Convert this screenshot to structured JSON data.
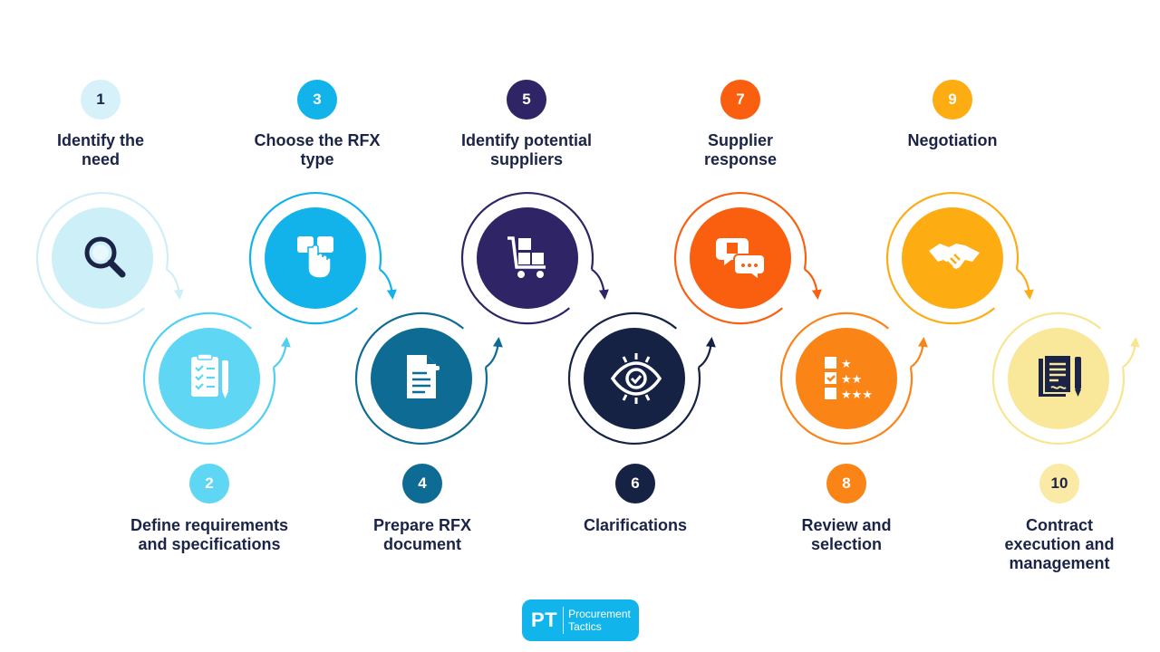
{
  "steps": [
    {
      "number": "1",
      "title": "Identify the need",
      "icon": "magnifying-glass-icon",
      "ring_color": "#cfeef8",
      "disc_color": "#cdeff8",
      "badge_bg": "#d6f1fa",
      "badge_fg": "#1b2447",
      "glyph": "#1b2447"
    },
    {
      "number": "2",
      "title": "Define requirements and specifications",
      "icon": "checklist-pencil-icon",
      "ring_color": "#4fd0f2",
      "disc_color": "#5ed6f4",
      "badge_bg": "#5ed6f4",
      "badge_fg": "#ffffff",
      "glyph": "#ffffff"
    },
    {
      "number": "3",
      "title": "Choose the RFX type",
      "icon": "hand-tap-icon",
      "ring_color": "#12b3ea",
      "disc_color": "#12b3ea",
      "badge_bg": "#12b3ea",
      "badge_fg": "#ffffff",
      "glyph": "#ffffff"
    },
    {
      "number": "4",
      "title": "Prepare RFX document",
      "icon": "document-icon",
      "ring_color": "#0e6b93",
      "disc_color": "#0e6b93",
      "badge_bg": "#0e6b93",
      "badge_fg": "#ffffff",
      "glyph": "#ffffff"
    },
    {
      "number": "5",
      "title": "Identify potential suppliers",
      "icon": "supply-cart-icon",
      "ring_color": "#2e2466",
      "disc_color": "#2e2466",
      "badge_bg": "#2e2466",
      "badge_fg": "#ffffff",
      "glyph": "#ffffff"
    },
    {
      "number": "6",
      "title": "Clarifications",
      "icon": "eye-icon",
      "ring_color": "#152244",
      "disc_color": "#152244",
      "badge_bg": "#152244",
      "badge_fg": "#ffffff",
      "glyph": "#ffffff"
    },
    {
      "number": "7",
      "title": "Supplier response",
      "icon": "chat-bubbles-icon",
      "ring_color": "#f86012",
      "disc_color": "#fa5f0f",
      "badge_bg": "#fa5f0f",
      "badge_fg": "#ffffff",
      "glyph": "#ffffff"
    },
    {
      "number": "8",
      "title": "Review and selection",
      "icon": "rating-list-icon",
      "ring_color": "#f9841a",
      "disc_color": "#fb8416",
      "badge_bg": "#fb8416",
      "badge_fg": "#ffffff",
      "glyph": "#ffffff"
    },
    {
      "number": "9",
      "title": "Negotiation",
      "icon": "handshake-icon",
      "ring_color": "#fcad16",
      "disc_color": "#fdac12",
      "badge_bg": "#fdac12",
      "badge_fg": "#ffffff",
      "glyph": "#ffffff"
    },
    {
      "number": "10",
      "title": "Contract execution and management",
      "icon": "contract-icon",
      "ring_color": "#f8e592",
      "disc_color": "#f9e79a",
      "badge_bg": "#fbeaa6",
      "badge_fg": "#1b2447",
      "glyph": "#1b2447"
    }
  ],
  "logo": {
    "mark": "PT",
    "line1": "Procurement",
    "line2": "Tactics",
    "color": "#11b5ec"
  }
}
